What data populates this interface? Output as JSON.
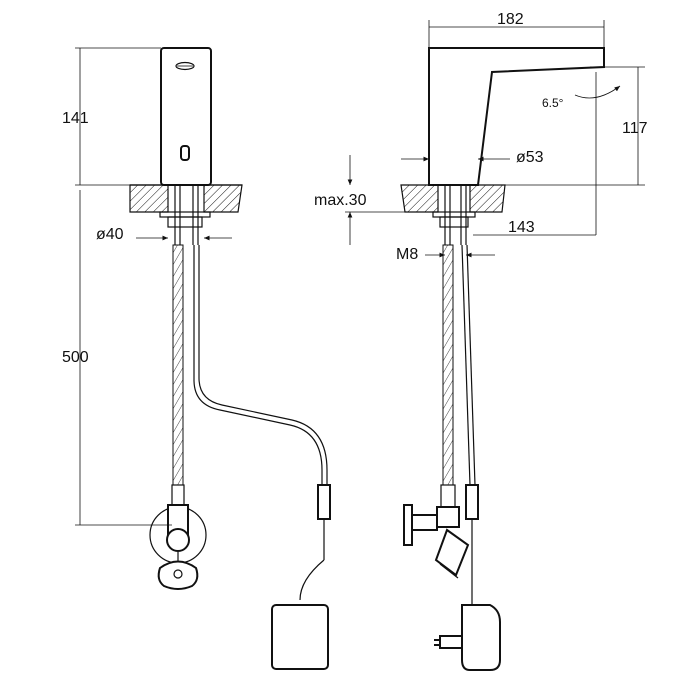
{
  "dimensions": {
    "height_total": "141",
    "hose_length": "500",
    "hole_diameter": "ø40",
    "width": "182",
    "spout_height": "117",
    "body_diameter": "ø53",
    "max_thickness": "max.30",
    "thread": "M8",
    "reach": "143",
    "angle": "6.5°"
  }
}
